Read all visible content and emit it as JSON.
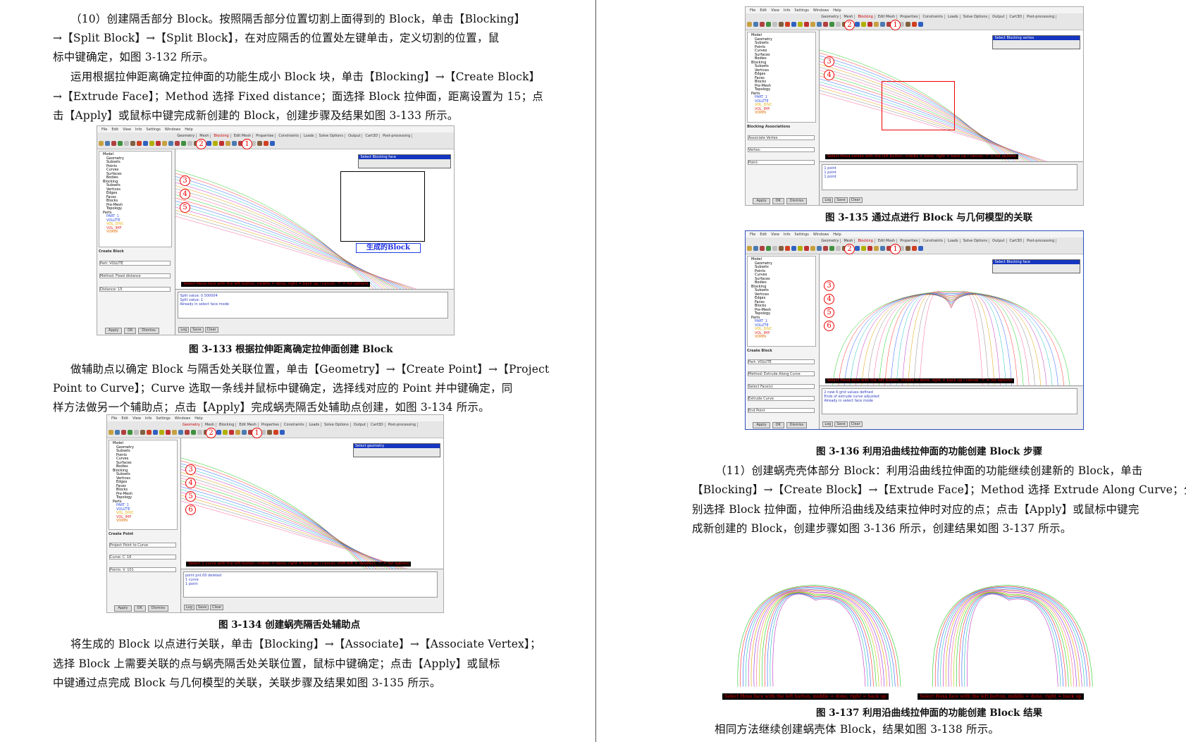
{
  "left_page": {
    "para1": [
      "（10）创建隔舌部分 Block。按照隔舌部分位置切割上面得到的 Block，单击【Blocking】",
      "→【Split Block】→【Split Block】，在对应隔舌的位置处左键单击，定义切割的位置，鼠",
      "标中键确定，如图 3-132 所示。"
    ],
    "para2": [
      "运用根据拉伸距离确定拉伸面的功能生成小 Block 块，单击【Blocking】→【Create Block】",
      "→【Extrude Face】；Method 选择 Fixed distance；面选择 Block 拉伸面，距离设置为 15；点",
      "击【Apply】或鼠标中键完成新创建的 Block，创建步骤及结果如图 3-133 所示。"
    ],
    "caption_133": "图 3-133  根据拉伸距离确定拉伸面创建 Block",
    "para3": [
      "做辅助点以确定 Block 与隔舌处关联位置，单击【Geometry】→【Create Point】→【Project",
      "Point to Curve】；Curve 选取一条线并鼠标中键确定，选择线对应的 Point 并中键确定，同",
      "样方法做另一个辅助点；点击【Apply】完成蜗壳隔舌处辅助点创建，如图 3-134 所示。"
    ],
    "caption_134": "图 3-134  创建蜗壳隔舌处辅助点",
    "para4": [
      "将生成的 Block 以点进行关联，单击【Blocking】→【Associate】→【Associate Vertex】；",
      "选择 Block 上需要关联的点与蜗壳隔舌处关联位置，鼠标中键确定；点击【Apply】或鼠标",
      "中键通过点完成 Block 与几何模型的关联，关联步骤及结果如图 3-135 所示。"
    ]
  },
  "right_page": {
    "caption_135": "图 3-135    通过点进行 Block 与几何模型的关联",
    "caption_136": "图 3-136    利用沿曲线拉伸面的功能创建 Block 步骤",
    "para5": [
      "（11）创建蜗壳壳体部分 Block：利用沿曲线拉伸面的功能继续创建新的 Block，单击",
      "【Blocking】→【Create Block】→【Extrude Face】；Method 选择 Extrude Along Curve；分",
      "别选择 Block 拉伸面，拉伸所沿曲线及结束拉伸时对应的点；点击【Apply】或鼠标中键完",
      "成新创建的 Block，创建步骤如图 3-136 所示，创建结果如图 3-137 所示。"
    ],
    "caption_137": "图 3-137    利用沿曲线拉伸面的功能创建 Block 结果",
    "para6": "相同方法继续创建蜗壳体 Block，结果如图 3-138 所示。"
  },
  "app": {
    "menus": [
      "File",
      "Edit",
      "View",
      "Info",
      "Settings",
      "Windows",
      "Help"
    ],
    "tabs": [
      "Geometry",
      "Mesh",
      "Blocking",
      "Edit Mesh",
      "Properties",
      "Constraints",
      "Loads",
      "Solve Options",
      "Output",
      "Cart3D",
      "Post-processing"
    ],
    "tree": [
      "Model",
      "Geometry",
      "Subsets",
      "Points",
      "Curves",
      "Surfaces",
      "Bodies",
      "Blocking",
      "Subsets",
      "Vertices",
      "Edges",
      "Faces",
      "Blocks",
      "Pre-Mesh",
      "Topology",
      "Parts",
      "PART_1",
      "VOLUTE",
      "VOL_DIVC",
      "VOL_IMP",
      "VORIN"
    ],
    "bottom_buttons": [
      "Apply",
      "OK",
      "Dismiss"
    ],
    "msg_buttons": [
      "Log",
      "Save",
      "Clear"
    ],
    "accent_red": "#e00000",
    "title_blue": "#1535c0"
  },
  "figures": {
    "fig133": {
      "active_tab": "Blocking",
      "panel_title": "Create Block",
      "dialog": "Select Blocking face",
      "status": "Select Hexa face with the left button, middle = done, right = back up / cancel, '?' = list options",
      "messages": [
        "Split value: 0.500004",
        "Split value: 1",
        "Already in select face mode"
      ],
      "callouts": [
        "1",
        "2",
        "3",
        "4",
        "5"
      ],
      "tag": "生成的Block",
      "fields": [
        "Part: VOLUTE",
        "Method: Fixed distance",
        "Distance: 15"
      ]
    },
    "fig134": {
      "active_tab": "Geometry",
      "panel_title": "Create Point",
      "dialog": "Select geometry",
      "status": "Select 1 curve with the left button, middle = done, right = back up / cancel, shift-left = deselect, '?' = list options",
      "messages": [
        "point pnt.00 deleted",
        "1 curve",
        "1 point"
      ],
      "callouts": [
        "1",
        "2",
        "3",
        "4",
        "5",
        "6"
      ],
      "fields": [
        "Project Point to Curve",
        "Curve: C_16",
        "Points: V_101"
      ]
    },
    "fig135": {
      "active_tab": "Blocking",
      "panel_title": "Blocking Associations",
      "dialog": "Select Blocking vertex",
      "status": "Select Hexa vertex with the left button, middle = done, right = back up / cancel, '?' = list options",
      "messages": [
        "1 point",
        "1 point",
        "1 point"
      ],
      "callouts": [
        "1",
        "2",
        "3",
        "4"
      ],
      "fields": [
        "Associate Vertex",
        "Vertex:",
        "Point:"
      ]
    },
    "fig136": {
      "active_tab": "Blocking",
      "panel_title": "Create Block",
      "dialog": "Select Blocking face",
      "status": "Select Hexa face with the left button, middle = done, right = back up / cancel, '?' = list options",
      "messages": [
        "2 new 6 grid values defined",
        "Ends of extrude curve adjusted",
        "Already in select face mode"
      ],
      "callouts": [
        "1",
        "2",
        "3",
        "4",
        "5",
        "6"
      ],
      "fields": [
        "Part: VOLUTE",
        "Method: Extrude Along Curve",
        "Select Face(s)",
        "Extrude Curve",
        "End Point"
      ]
    },
    "fig137": {
      "status_left": "Select Hexa face with the left button, middle = done, right = back up",
      "status_right": "Select Hexa face with the left button, middle = done, right = back up"
    }
  }
}
